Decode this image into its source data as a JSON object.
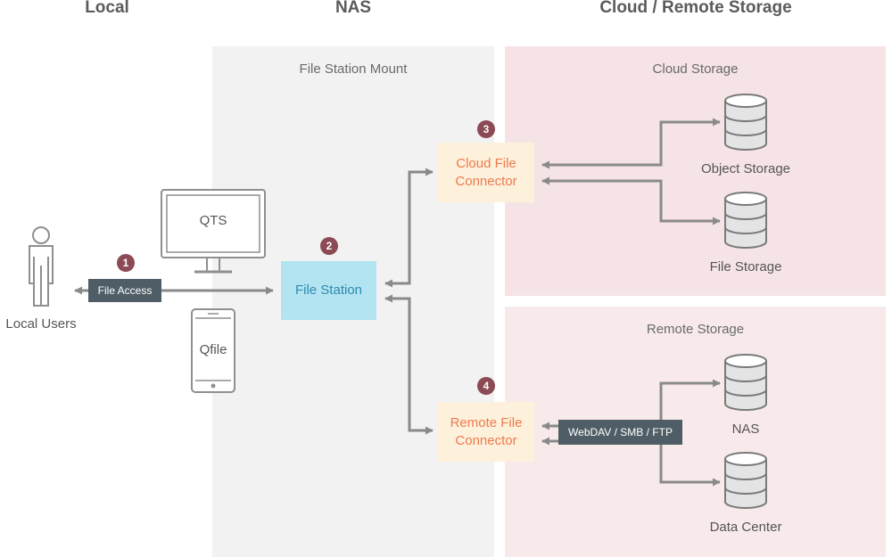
{
  "columns": {
    "local": "Local",
    "nas": "NAS",
    "cloud_remote": "Cloud / Remote Storage"
  },
  "regions": {
    "file_station_mount": "File Station Mount",
    "cloud_storage": "Cloud Storage",
    "remote_storage": "Remote Storage"
  },
  "local_users": {
    "label": "Local Users"
  },
  "devices": {
    "qts": "QTS",
    "qfile": "Qfile"
  },
  "file_access": "File Access",
  "file_station": "File Station",
  "cloud_connector": {
    "line1": "Cloud File",
    "line2": "Connector"
  },
  "remote_connector": {
    "line1": "Remote File",
    "line2": "Connector"
  },
  "protocols": "WebDAV / SMB / FTP",
  "badges": [
    "1",
    "2",
    "3",
    "4"
  ],
  "storage": {
    "object_storage": "Object Storage",
    "file_storage": "File Storage",
    "nas": "NAS",
    "data_center": "Data Center"
  },
  "colors": {
    "nas_region": "#f2f2f2",
    "cloud_region": "#f5e3e6",
    "remote_region": "#f8eaea",
    "file_station_fill": "#b3e4f1",
    "file_station_text": "#2f8ab0",
    "connector_fill": "#fdf1dc",
    "connector_text": "#ee7a4e",
    "badge": "#8c4a55",
    "tag": "#4f5e66",
    "arrow": "#8a8a8a"
  }
}
